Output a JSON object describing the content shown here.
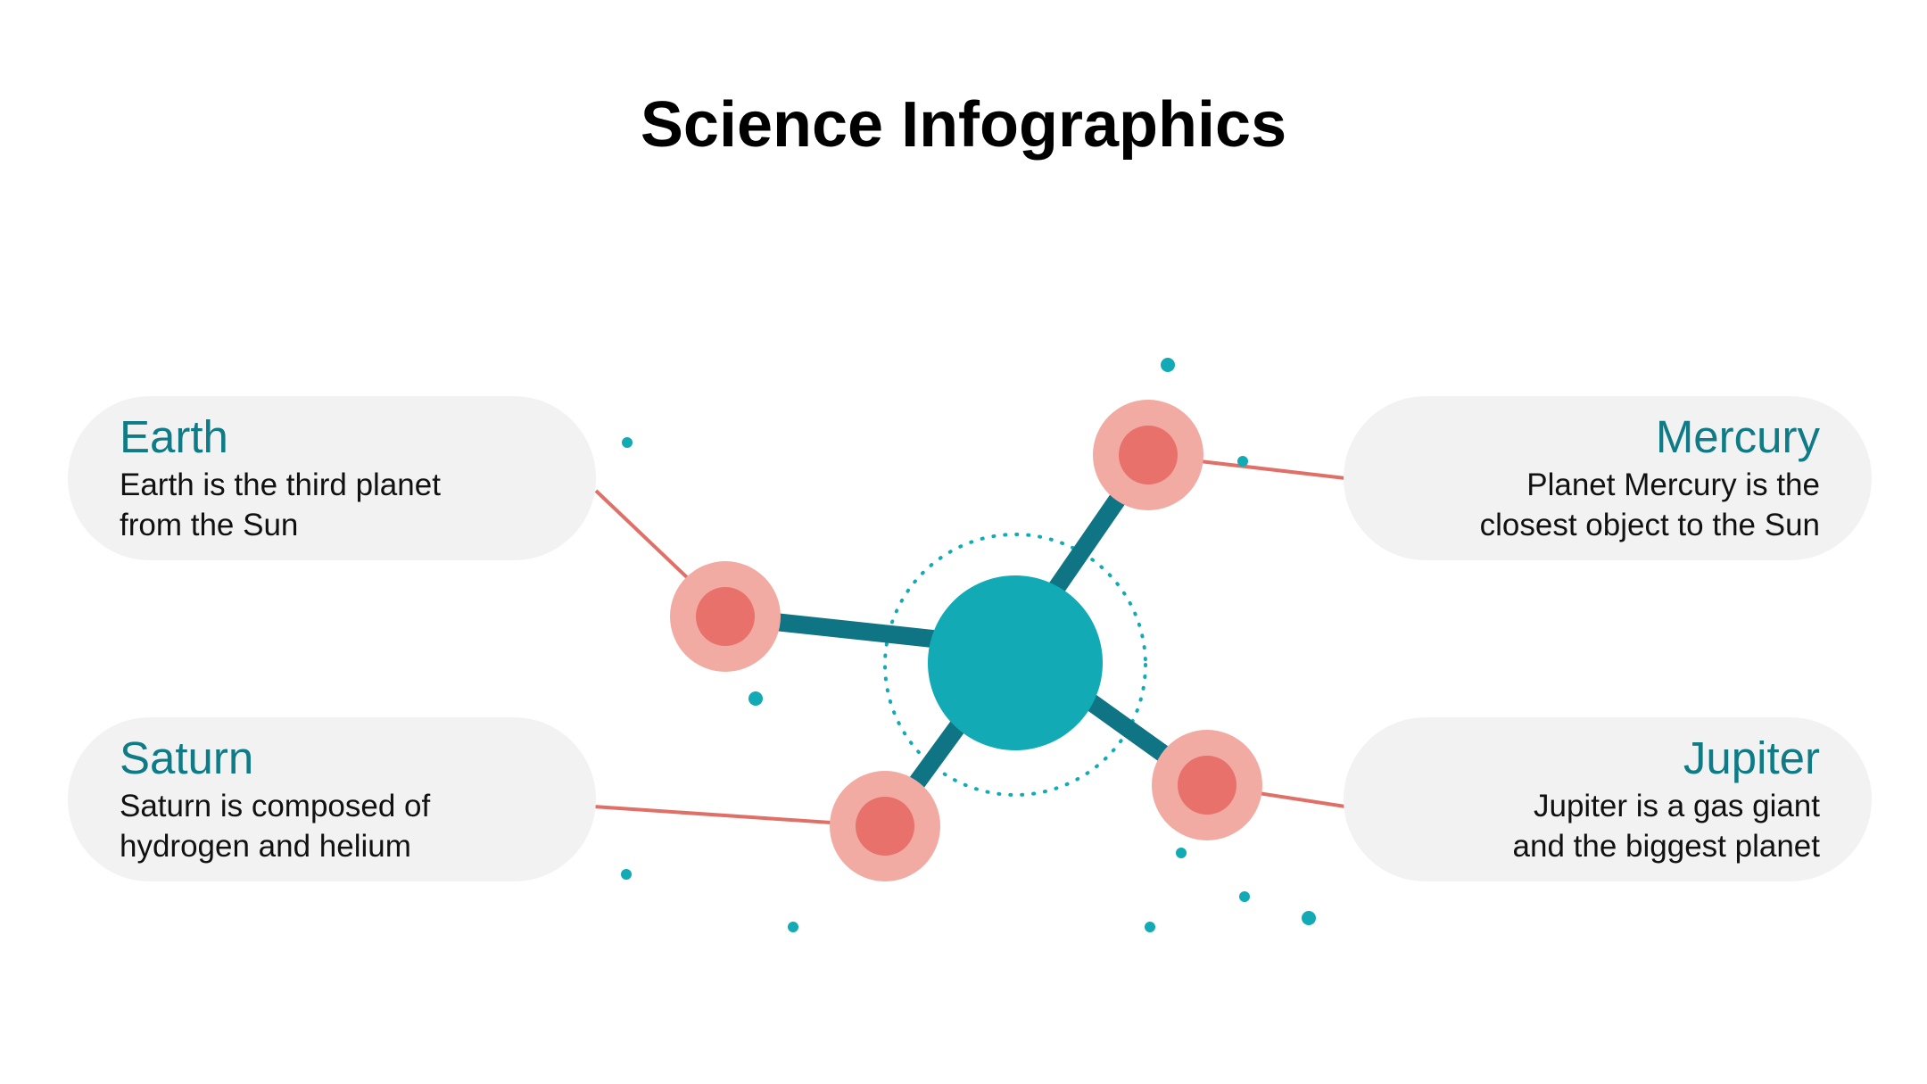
{
  "title": "Science Infographics",
  "colors": {
    "heading": "#0f7b86",
    "core": "#11aab5",
    "bond": "#0f7484",
    "atom_outer": "#f2aba3",
    "atom_inner": "#e8716b",
    "connector": "#e07067",
    "card_bg": "#f2f2f2",
    "dots": "#11aab5"
  },
  "cards": {
    "earth": {
      "name": "Earth",
      "line1": "Earth is the third planet",
      "line2": "from the Sun"
    },
    "saturn": {
      "name": "Saturn",
      "line1": "Saturn is composed of",
      "line2": "hydrogen and helium"
    },
    "mercury": {
      "name": "Mercury",
      "line1": "Planet Mercury is the",
      "line2": "closest object to the Sun"
    },
    "jupiter": {
      "name": "Jupiter",
      "line1": "Jupiter is a gas giant",
      "line2": "and the biggest planet"
    }
  }
}
